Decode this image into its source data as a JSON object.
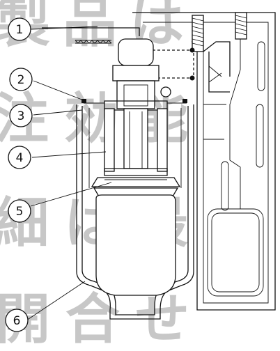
{
  "watermark": {
    "row1": "製品は",
    "row2": "注効能",
    "row3": "細は最",
    "row4": "開合せ"
  },
  "callouts": [
    {
      "id": "1",
      "text": "1"
    },
    {
      "id": "2",
      "text": "2"
    },
    {
      "id": "3",
      "text": "3"
    },
    {
      "id": "4",
      "text": "4"
    },
    {
      "id": "5",
      "text": "5"
    },
    {
      "id": "6",
      "text": "6"
    }
  ],
  "colors": {
    "stroke": "#111111",
    "watermark": "#9a9a9a"
  }
}
